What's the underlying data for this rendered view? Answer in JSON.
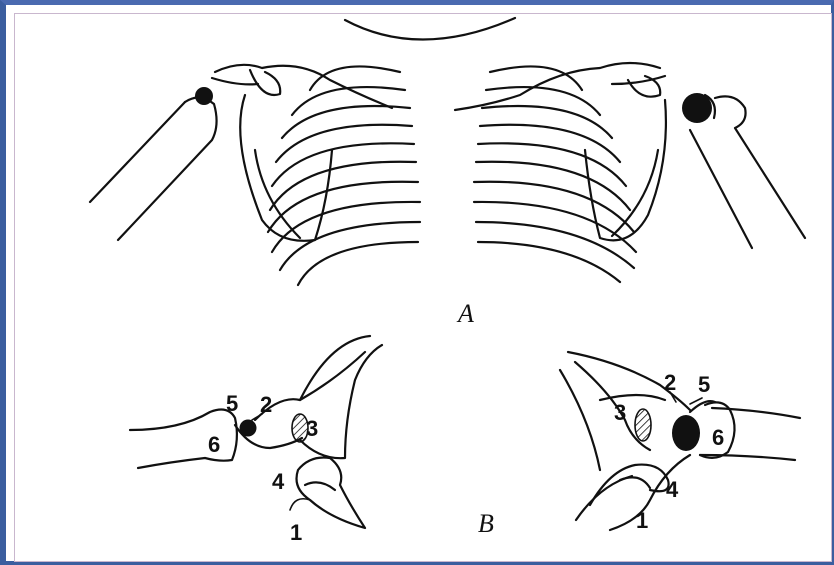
{
  "panels": {
    "top": {
      "label": "A"
    },
    "bottom": {
      "label": "B"
    }
  },
  "markers": {
    "left": [
      "5",
      "2",
      "3",
      "6",
      "4",
      "1"
    ],
    "right": [
      "2",
      "5",
      "3",
      "6",
      "4",
      "1"
    ]
  },
  "colors": {
    "frame": "#3b5e9f",
    "ink": "#111111",
    "background": "#ffffff"
  }
}
